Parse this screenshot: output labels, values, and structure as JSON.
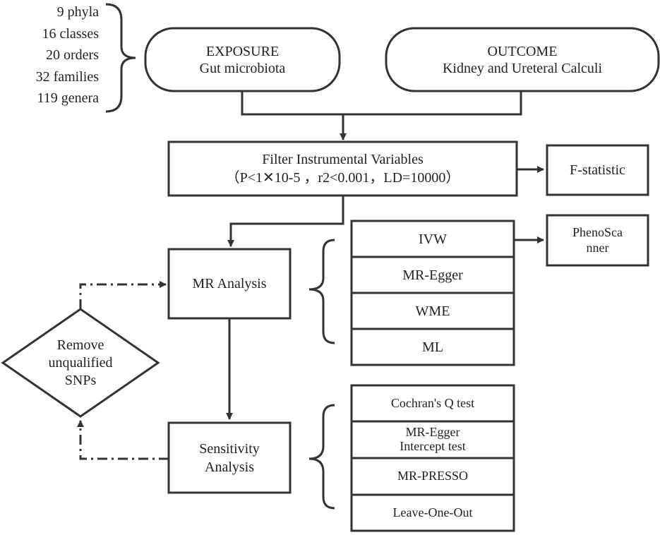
{
  "taxa": [
    "9 phyla",
    "16 classes",
    "20 orders",
    "32 families",
    "119 genera"
  ],
  "exposure": {
    "title": "EXPOSURE",
    "subtitle": "Gut microbiota"
  },
  "outcome": {
    "title": "OUTCOME",
    "subtitle": "Kidney and Ureteral Calculi"
  },
  "filter": {
    "title": "Filter Instrumental Variables",
    "criteria": "（P<1✕10-5 ，r2<0.001，LD=10000）"
  },
  "f_statistic": "F-statistic",
  "mr_analysis": "MR Analysis",
  "mr_methods": [
    "IVW",
    "MR-Egger",
    "WME",
    "ML"
  ],
  "phenoscanner": {
    "line1": "PhenoSca",
    "line2": "nner"
  },
  "remove": {
    "line1": "Remove",
    "line2": "unqualified",
    "line3": "SNPs"
  },
  "sensitivity": {
    "line1": "Sensitivity",
    "line2": "Analysis"
  },
  "sensitivity_tests": [
    {
      "line1": "Cochran's Q test",
      "line2": ""
    },
    {
      "line1": "MR-Egger",
      "line2": "Intercept test"
    },
    {
      "line1": "MR-PRESSO",
      "line2": ""
    },
    {
      "line1": "Leave-One-Out",
      "line2": ""
    }
  ]
}
